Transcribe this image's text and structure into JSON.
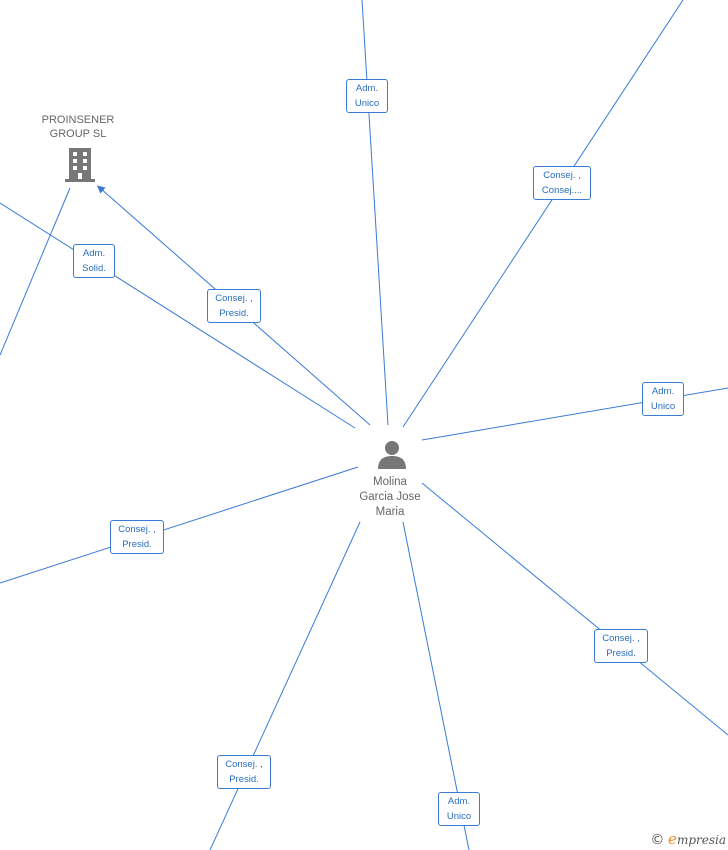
{
  "company_node": {
    "name_line1": "PROINSENER",
    "name_line2": "GROUP  SL",
    "icon": "building-icon"
  },
  "person_node": {
    "name_line1": "Molina",
    "name_line2": "Garcia Jose",
    "name_line3": "Maria",
    "icon": "person-icon"
  },
  "edge_labels": [
    {
      "l1": "Adm.",
      "l2": "Unico"
    },
    {
      "l1": "Consej. ,",
      "l2": "Consej...."
    },
    {
      "l1": "Adm.",
      "l2": "Solid."
    },
    {
      "l1": "Consej. ,",
      "l2": "Presid."
    },
    {
      "l1": "Adm.",
      "l2": "Unico"
    },
    {
      "l1": "Consej. ,",
      "l2": "Presid."
    },
    {
      "l1": "Consej. ,",
      "l2": "Presid."
    },
    {
      "l1": "Consej. ,",
      "l2": "Presid."
    },
    {
      "l1": "Adm.",
      "l2": "Unico"
    }
  ],
  "colors": {
    "edge": "#3a7bd5",
    "node_icon": "#777777",
    "brand_accent": "#f08a1c"
  },
  "brand": {
    "copyright": "©",
    "e": "e",
    "rest": "mpresia"
  }
}
